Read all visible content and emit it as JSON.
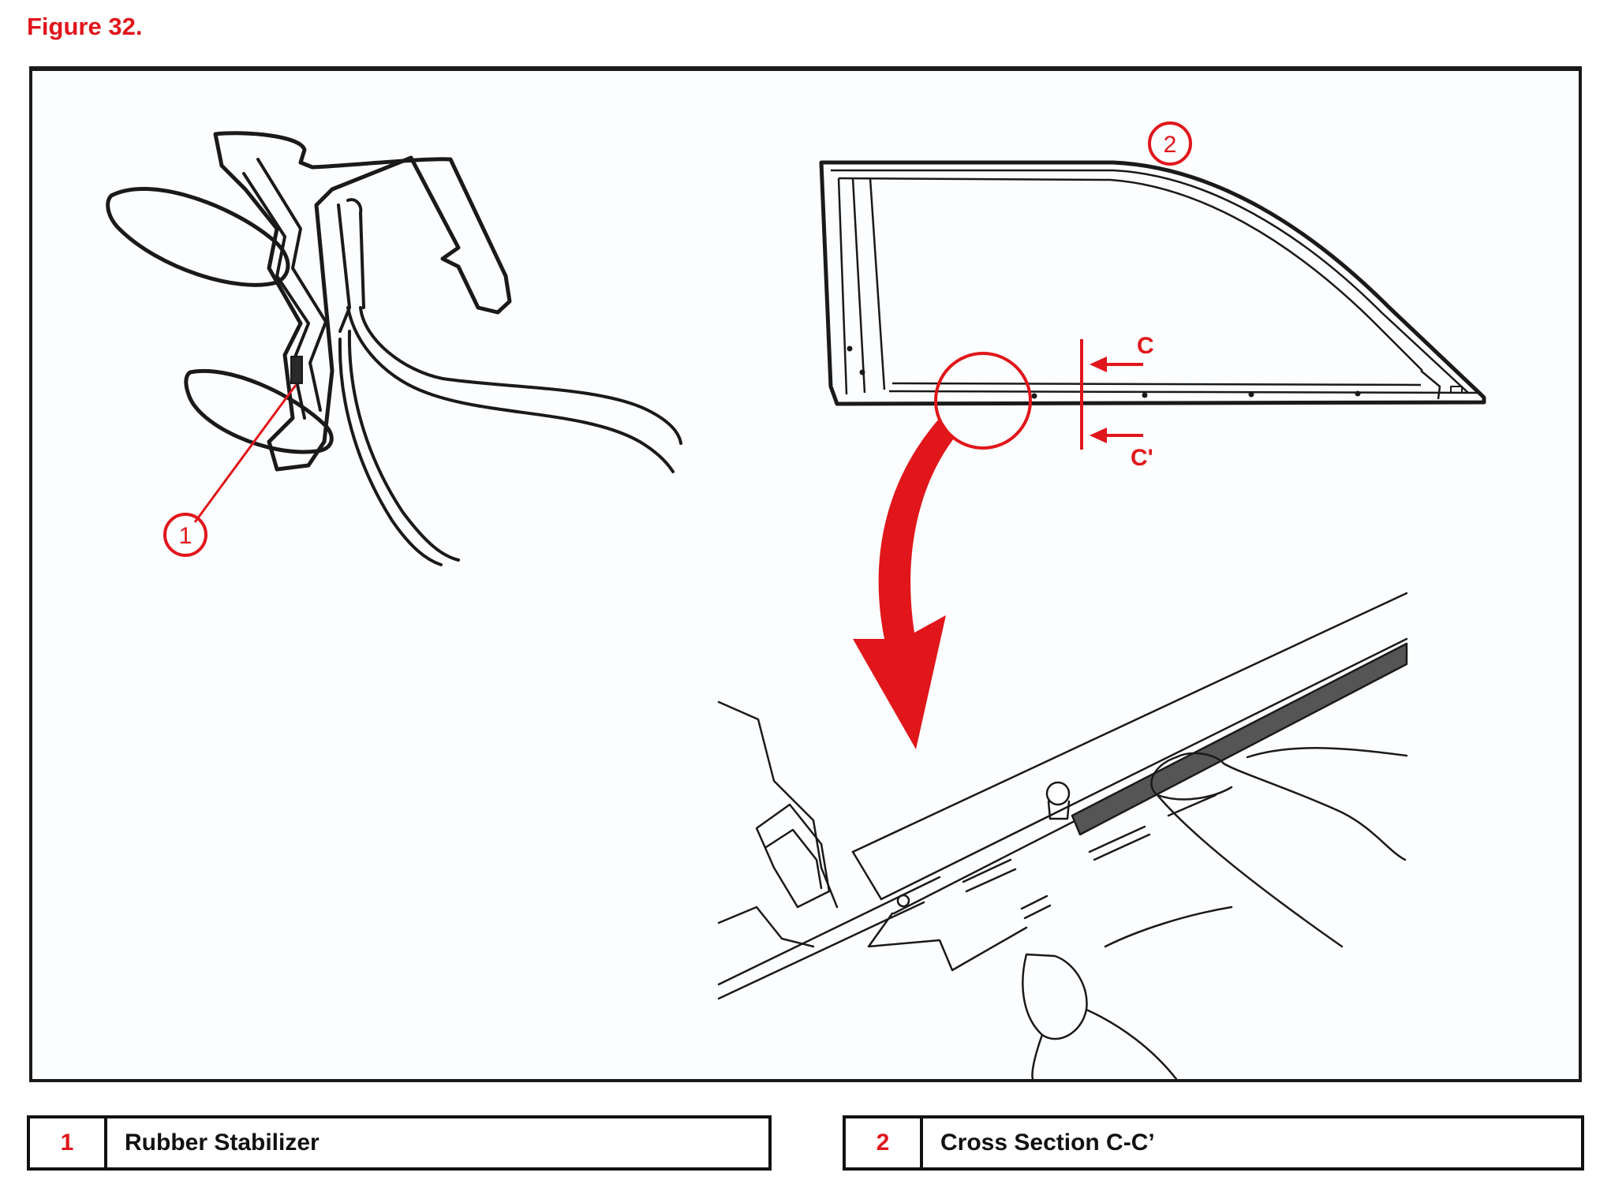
{
  "figure_title": "Figure 32.",
  "callouts": {
    "one": "1",
    "two": "2",
    "section_c": "C",
    "section_c_prime": "C'"
  },
  "legend": [
    {
      "number": "1",
      "label": "Rubber Stabilizer"
    },
    {
      "number": "2",
      "label": "Cross Section C-C’"
    }
  ],
  "colors": {
    "accent_red": "#e0161b",
    "line_dark": "#1a1a1a",
    "panel_bg": "#fcfdfe"
  }
}
